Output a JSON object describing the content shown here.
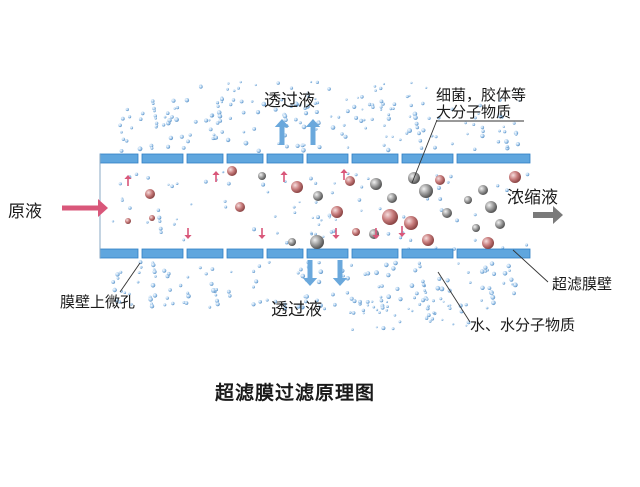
{
  "labels": {
    "permeate_top": "透过液",
    "permeate_bottom": "透过液",
    "feed": "原液",
    "concentrate": "浓缩液",
    "large_molecules_line1": "细菌，胶体等",
    "large_molecules_line2": "大分子物质",
    "membrane_wall": "超滤膜壁",
    "membrane_pores": "膜壁上微孔",
    "water_molecules": "水、水分子物质"
  },
  "title": "超滤膜过滤原理图",
  "colors": {
    "membrane": "#5fa6de",
    "membrane_dark": "#2f7fc4",
    "feed_arrow": "#d9577a",
    "concentrate_arrow": "#7a7a7a",
    "permeate_arrow": "#6aa8dc",
    "small_arrow": "#d9577a",
    "water_particle": "#9cc6ea",
    "large_particle_red": "#b56a6a",
    "large_particle_gray": "#8a8a8a"
  }
}
